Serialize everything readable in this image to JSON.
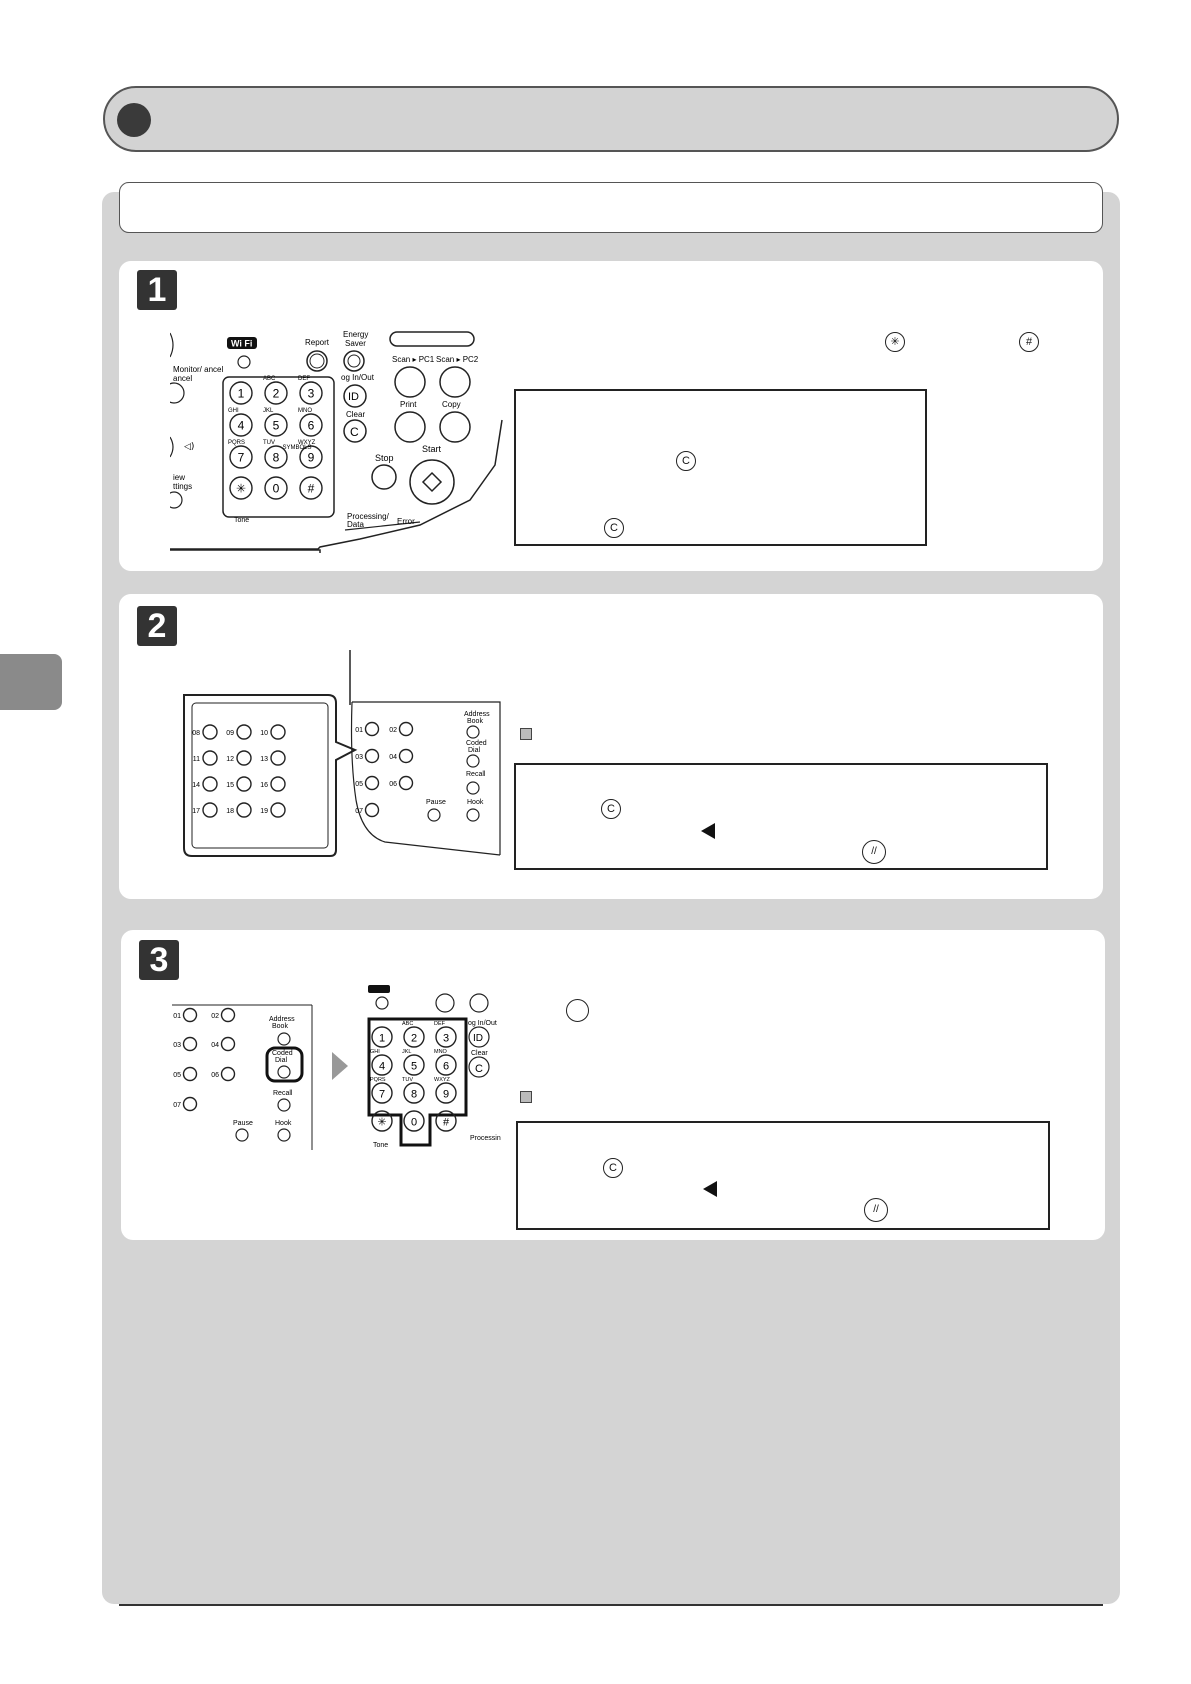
{
  "header": {
    "title": ""
  },
  "section": {
    "title": ""
  },
  "steps": [
    {
      "number": "1"
    },
    {
      "number": "2"
    },
    {
      "number": "3"
    }
  ],
  "panel1": {
    "panel_labels": {
      "wifi": "Wi Fi",
      "report": "Report",
      "energy_saver": "Energy Saver",
      "monitor_cancel": "Monitor/ ancel",
      "log_in_out": "og In/Out",
      "scan_pc1": "Scan ▸ PC1",
      "scan_pc2": "Scan ▸ PC2",
      "print": "Print",
      "copy": "Copy",
      "clear": "Clear",
      "stop": "Stop",
      "start": "Start",
      "view_settings": "iew ttings",
      "processing_data": "Processing/ Data",
      "error": "Error",
      "tone": "Tone",
      "symbols": "SYMBOLS"
    },
    "keypad": [
      {
        "key": "1",
        "letters": ""
      },
      {
        "key": "2",
        "letters": "ABC"
      },
      {
        "key": "3",
        "letters": "DEF"
      },
      {
        "key": "4",
        "letters": "GHI"
      },
      {
        "key": "5",
        "letters": "JKL"
      },
      {
        "key": "6",
        "letters": "MNO"
      },
      {
        "key": "7",
        "letters": "PQRS"
      },
      {
        "key": "8",
        "letters": "TUV"
      },
      {
        "key": "9",
        "letters": "WXYZ"
      },
      {
        "key": "✳",
        "letters": ""
      },
      {
        "key": "0",
        "letters": ""
      },
      {
        "key": "#",
        "letters": ""
      }
    ],
    "star_key": "✳",
    "hash_key": "#",
    "clear_key": "C",
    "id_key": "ID"
  },
  "panel2": {
    "one_touch_left": [
      "08",
      "09",
      "10",
      "11",
      "12",
      "13",
      "14",
      "15",
      "16",
      "17",
      "18",
      "19"
    ],
    "one_touch_right": [
      "01",
      "02",
      "03",
      "04",
      "05",
      "06",
      "07"
    ],
    "labels": {
      "address_book": "Address Book",
      "coded_dial": "Coded Dial",
      "recall": "Recall",
      "pause": "Pause",
      "hook": "Hook"
    },
    "clear_key": "C",
    "reset_key": "//"
  },
  "panel3": {
    "one_touch": [
      "01",
      "02",
      "03",
      "04",
      "05",
      "06",
      "07"
    ],
    "labels": {
      "address_book": "Address Book",
      "coded_dial": "Coded Dial",
      "recall": "Recall",
      "pause": "Pause",
      "hook": "Hook",
      "tone": "Tone",
      "clear": "Clear",
      "log_in_out": "og In/Out",
      "processing": "Processin"
    },
    "keypad": [
      "1",
      "2",
      "3",
      "4",
      "5",
      "6",
      "7",
      "8",
      "9",
      "✳",
      "0",
      "#"
    ],
    "clear_key": "C",
    "reset_key": "//"
  }
}
